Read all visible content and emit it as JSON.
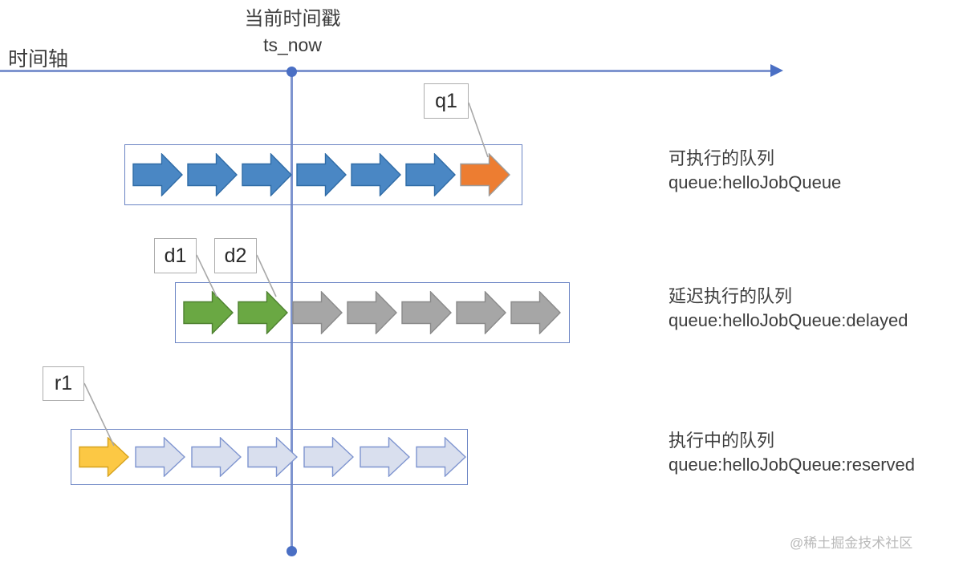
{
  "diagram": {
    "timeline": {
      "axis_label": "时间轴",
      "now_marker_title": "当前时间戳",
      "now_marker_sub": "ts_now"
    },
    "rows": [
      {
        "id": "ready",
        "caption_cn": "可执行的队列",
        "caption_key": "queue:helloJobQueue",
        "arrows": [
          {
            "style": "blue"
          },
          {
            "style": "blue"
          },
          {
            "style": "blue"
          },
          {
            "style": "blue"
          },
          {
            "style": "blue"
          },
          {
            "style": "blue"
          },
          {
            "style": "orange"
          }
        ],
        "callouts": [
          {
            "label": "q1",
            "target_index": 6
          }
        ]
      },
      {
        "id": "delayed",
        "caption_cn": "延迟执行的队列",
        "caption_key": "queue:helloJobQueue:delayed",
        "arrows": [
          {
            "style": "green"
          },
          {
            "style": "green"
          },
          {
            "style": "gray"
          },
          {
            "style": "gray"
          },
          {
            "style": "gray"
          },
          {
            "style": "gray"
          },
          {
            "style": "gray"
          }
        ],
        "callouts": [
          {
            "label": "d1",
            "target_index": 0
          },
          {
            "label": "d2",
            "target_index": 1
          }
        ]
      },
      {
        "id": "reserved",
        "caption_cn": "执行中的队列",
        "caption_key": "queue:helloJobQueue:reserved",
        "arrows": [
          {
            "style": "gold"
          },
          {
            "style": "paleblue"
          },
          {
            "style": "paleblue"
          },
          {
            "style": "paleblue"
          },
          {
            "style": "paleblue"
          },
          {
            "style": "paleblue"
          },
          {
            "style": "paleblue"
          }
        ],
        "callouts": [
          {
            "label": "r1",
            "target_index": 0
          }
        ]
      }
    ],
    "watermark": "@稀土掘金技术社区",
    "colors": {
      "axis": "#7e94cf",
      "axis_head": "#4a6fc4",
      "box_border": "#6b84c4",
      "arrow_blue_fill": "#4a87c4",
      "arrow_blue_stroke": "#2f6ba6",
      "arrow_orange_fill": "#ed7d31",
      "arrow_orange_stroke": "#9c9c9c",
      "arrow_green_fill": "#6aa843",
      "arrow_green_stroke": "#4e8130",
      "arrow_gray_fill": "#a6a6a6",
      "arrow_gray_stroke": "#8a8a8a",
      "arrow_gold_fill": "#fcc844",
      "arrow_gold_stroke": "#d6a21e",
      "arrow_paleblue_fill": "#d9dfee",
      "arrow_paleblue_stroke": "#7e94cf",
      "callout_border": "#adadad",
      "leader": "#a8a8a8",
      "text": "#3d3d3d",
      "watermark": "#b9b9b9"
    }
  }
}
